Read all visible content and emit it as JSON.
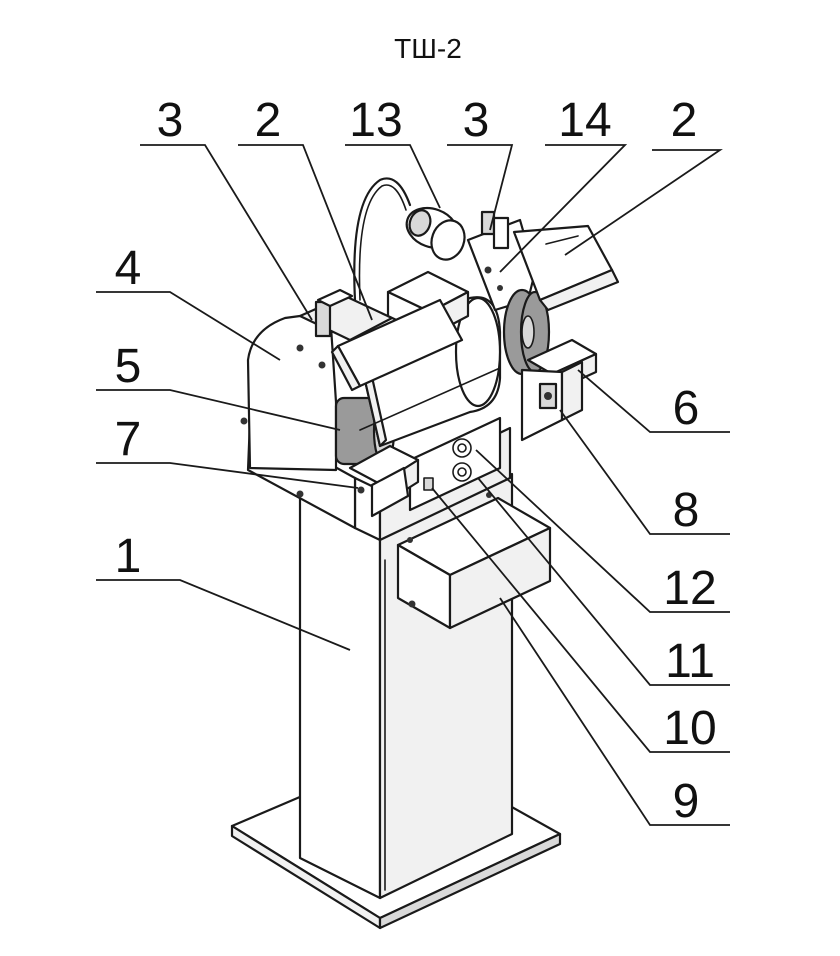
{
  "diagram": {
    "title": "ТШ-2",
    "callouts": [
      {
        "id": "c-3a",
        "label": "3"
      },
      {
        "id": "c-2a",
        "label": "2"
      },
      {
        "id": "c-13",
        "label": "13"
      },
      {
        "id": "c-3b",
        "label": "3"
      },
      {
        "id": "c-14",
        "label": "14"
      },
      {
        "id": "c-2b",
        "label": "2"
      },
      {
        "id": "c-4",
        "label": "4"
      },
      {
        "id": "c-5",
        "label": "5"
      },
      {
        "id": "c-7",
        "label": "7"
      },
      {
        "id": "c-1",
        "label": "1"
      },
      {
        "id": "c-6",
        "label": "6"
      },
      {
        "id": "c-8",
        "label": "8"
      },
      {
        "id": "c-12",
        "label": "12"
      },
      {
        "id": "c-11",
        "label": "11"
      },
      {
        "id": "c-10",
        "label": "10"
      },
      {
        "id": "c-9",
        "label": "9"
      }
    ]
  }
}
